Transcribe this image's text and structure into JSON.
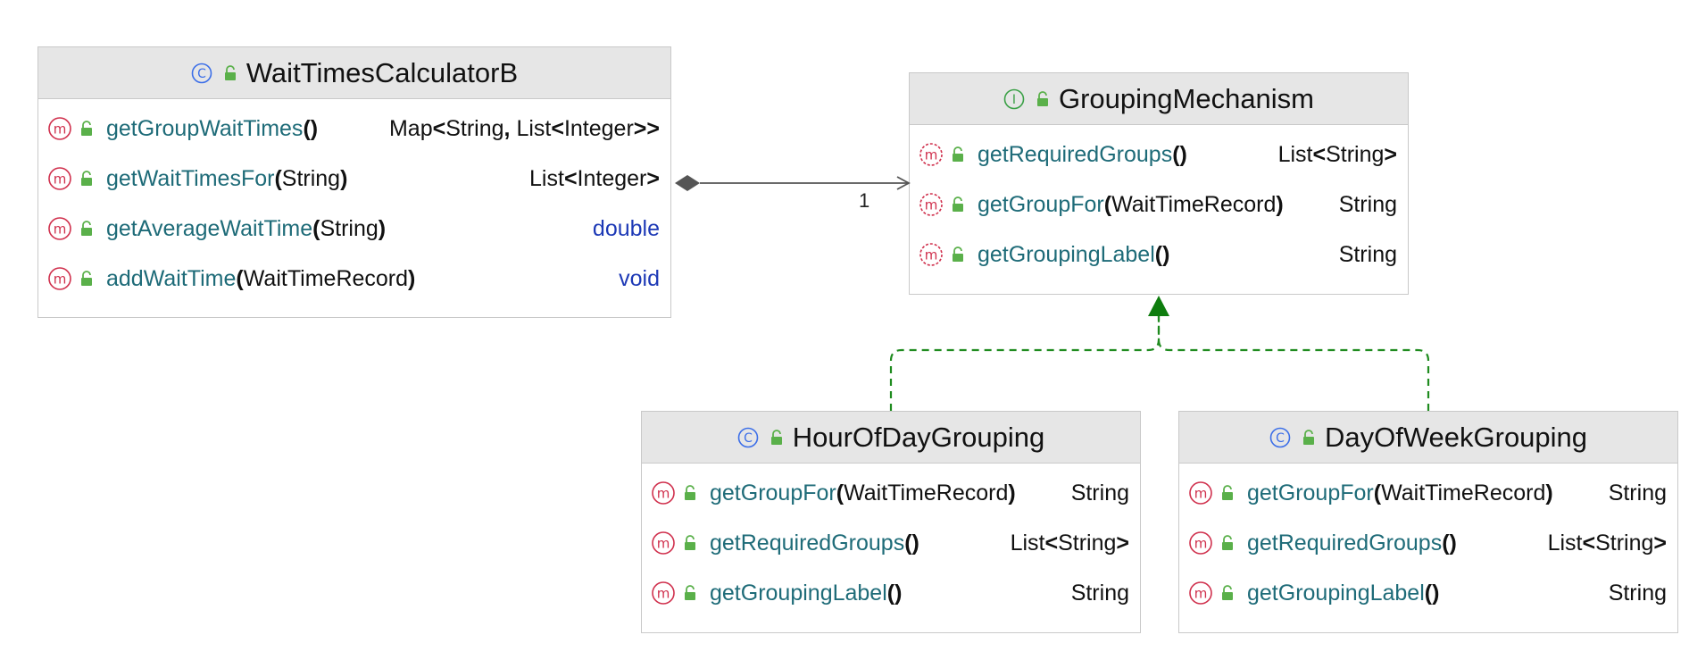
{
  "colors": {
    "method_icon": "#d0304d",
    "class_icon": "#3b6ee8",
    "interface_icon": "#3aa046",
    "lock_icon": "#5ab04a",
    "method_name": "#1e6b78",
    "keyword_type": "#1d39b6",
    "realization_arrow": "#1f8b1f",
    "composition_line": "#555555",
    "header_bg": "#e6e6e6"
  },
  "classes": [
    {
      "id": "wait-times-calculator-b",
      "kind": "class",
      "name": "WaitTimesCalculatorB",
      "members": [
        {
          "icon": "method",
          "name": "getGroupWaitTimes",
          "params": "",
          "returns": [
            [
              "Map",
              "n"
            ],
            [
              "<",
              "b"
            ],
            [
              "String",
              "n"
            ],
            [
              ", ",
              "b"
            ],
            [
              "List",
              "n"
            ],
            [
              "<",
              "b"
            ],
            [
              "Integer",
              "n"
            ],
            [
              ">>",
              "b"
            ]
          ]
        },
        {
          "icon": "method",
          "name": "getWaitTimesFor",
          "params": "String",
          "returns": [
            [
              "List",
              "n"
            ],
            [
              "<",
              "b"
            ],
            [
              "Integer",
              "n"
            ],
            [
              ">",
              "b"
            ]
          ]
        },
        {
          "icon": "method",
          "name": "getAverageWaitTime",
          "params": "String",
          "returns": [
            [
              "double",
              "k"
            ]
          ]
        },
        {
          "icon": "method",
          "name": "addWaitTime",
          "params": "WaitTimeRecord",
          "returns": [
            [
              "void",
              "k"
            ]
          ]
        }
      ]
    },
    {
      "id": "grouping-mechanism",
      "kind": "interface",
      "name": "GroupingMechanism",
      "members": [
        {
          "icon": "abstract-method",
          "name": "getRequiredGroups",
          "params": "",
          "returns": [
            [
              "List",
              "n"
            ],
            [
              "<",
              "b"
            ],
            [
              "String",
              "n"
            ],
            [
              ">",
              "b"
            ]
          ]
        },
        {
          "icon": "abstract-method",
          "name": "getGroupFor",
          "params": "WaitTimeRecord",
          "returns": [
            [
              "String",
              "n"
            ]
          ]
        },
        {
          "icon": "abstract-method",
          "name": "getGroupingLabel",
          "params": "",
          "returns": [
            [
              "String",
              "n"
            ]
          ]
        }
      ]
    },
    {
      "id": "hour-of-day-grouping",
      "kind": "class",
      "name": "HourOfDayGrouping",
      "members": [
        {
          "icon": "method",
          "name": "getGroupFor",
          "params": "WaitTimeRecord",
          "returns": [
            [
              "String",
              "n"
            ]
          ]
        },
        {
          "icon": "method",
          "name": "getRequiredGroups",
          "params": "",
          "returns": [
            [
              "List",
              "n"
            ],
            [
              "<",
              "b"
            ],
            [
              "String",
              "n"
            ],
            [
              ">",
              "b"
            ]
          ]
        },
        {
          "icon": "method",
          "name": "getGroupingLabel",
          "params": "",
          "returns": [
            [
              "String",
              "n"
            ]
          ]
        }
      ]
    },
    {
      "id": "day-of-week-grouping",
      "kind": "class",
      "name": "DayOfWeekGrouping",
      "members": [
        {
          "icon": "method",
          "name": "getGroupFor",
          "params": "WaitTimeRecord",
          "returns": [
            [
              "String",
              "n"
            ]
          ]
        },
        {
          "icon": "method",
          "name": "getRequiredGroups",
          "params": "",
          "returns": [
            [
              "List",
              "n"
            ],
            [
              "<",
              "b"
            ],
            [
              "String",
              "n"
            ],
            [
              ">",
              "b"
            ]
          ]
        },
        {
          "icon": "method",
          "name": "getGroupingLabel",
          "params": "",
          "returns": [
            [
              "String",
              "n"
            ]
          ]
        }
      ]
    }
  ],
  "relations": [
    {
      "type": "composition",
      "from": "wait-times-calculator-b",
      "to": "grouping-mechanism",
      "multiplicity": "1"
    },
    {
      "type": "realization",
      "from": "hour-of-day-grouping",
      "to": "grouping-mechanism"
    },
    {
      "type": "realization",
      "from": "day-of-week-grouping",
      "to": "grouping-mechanism"
    }
  ]
}
